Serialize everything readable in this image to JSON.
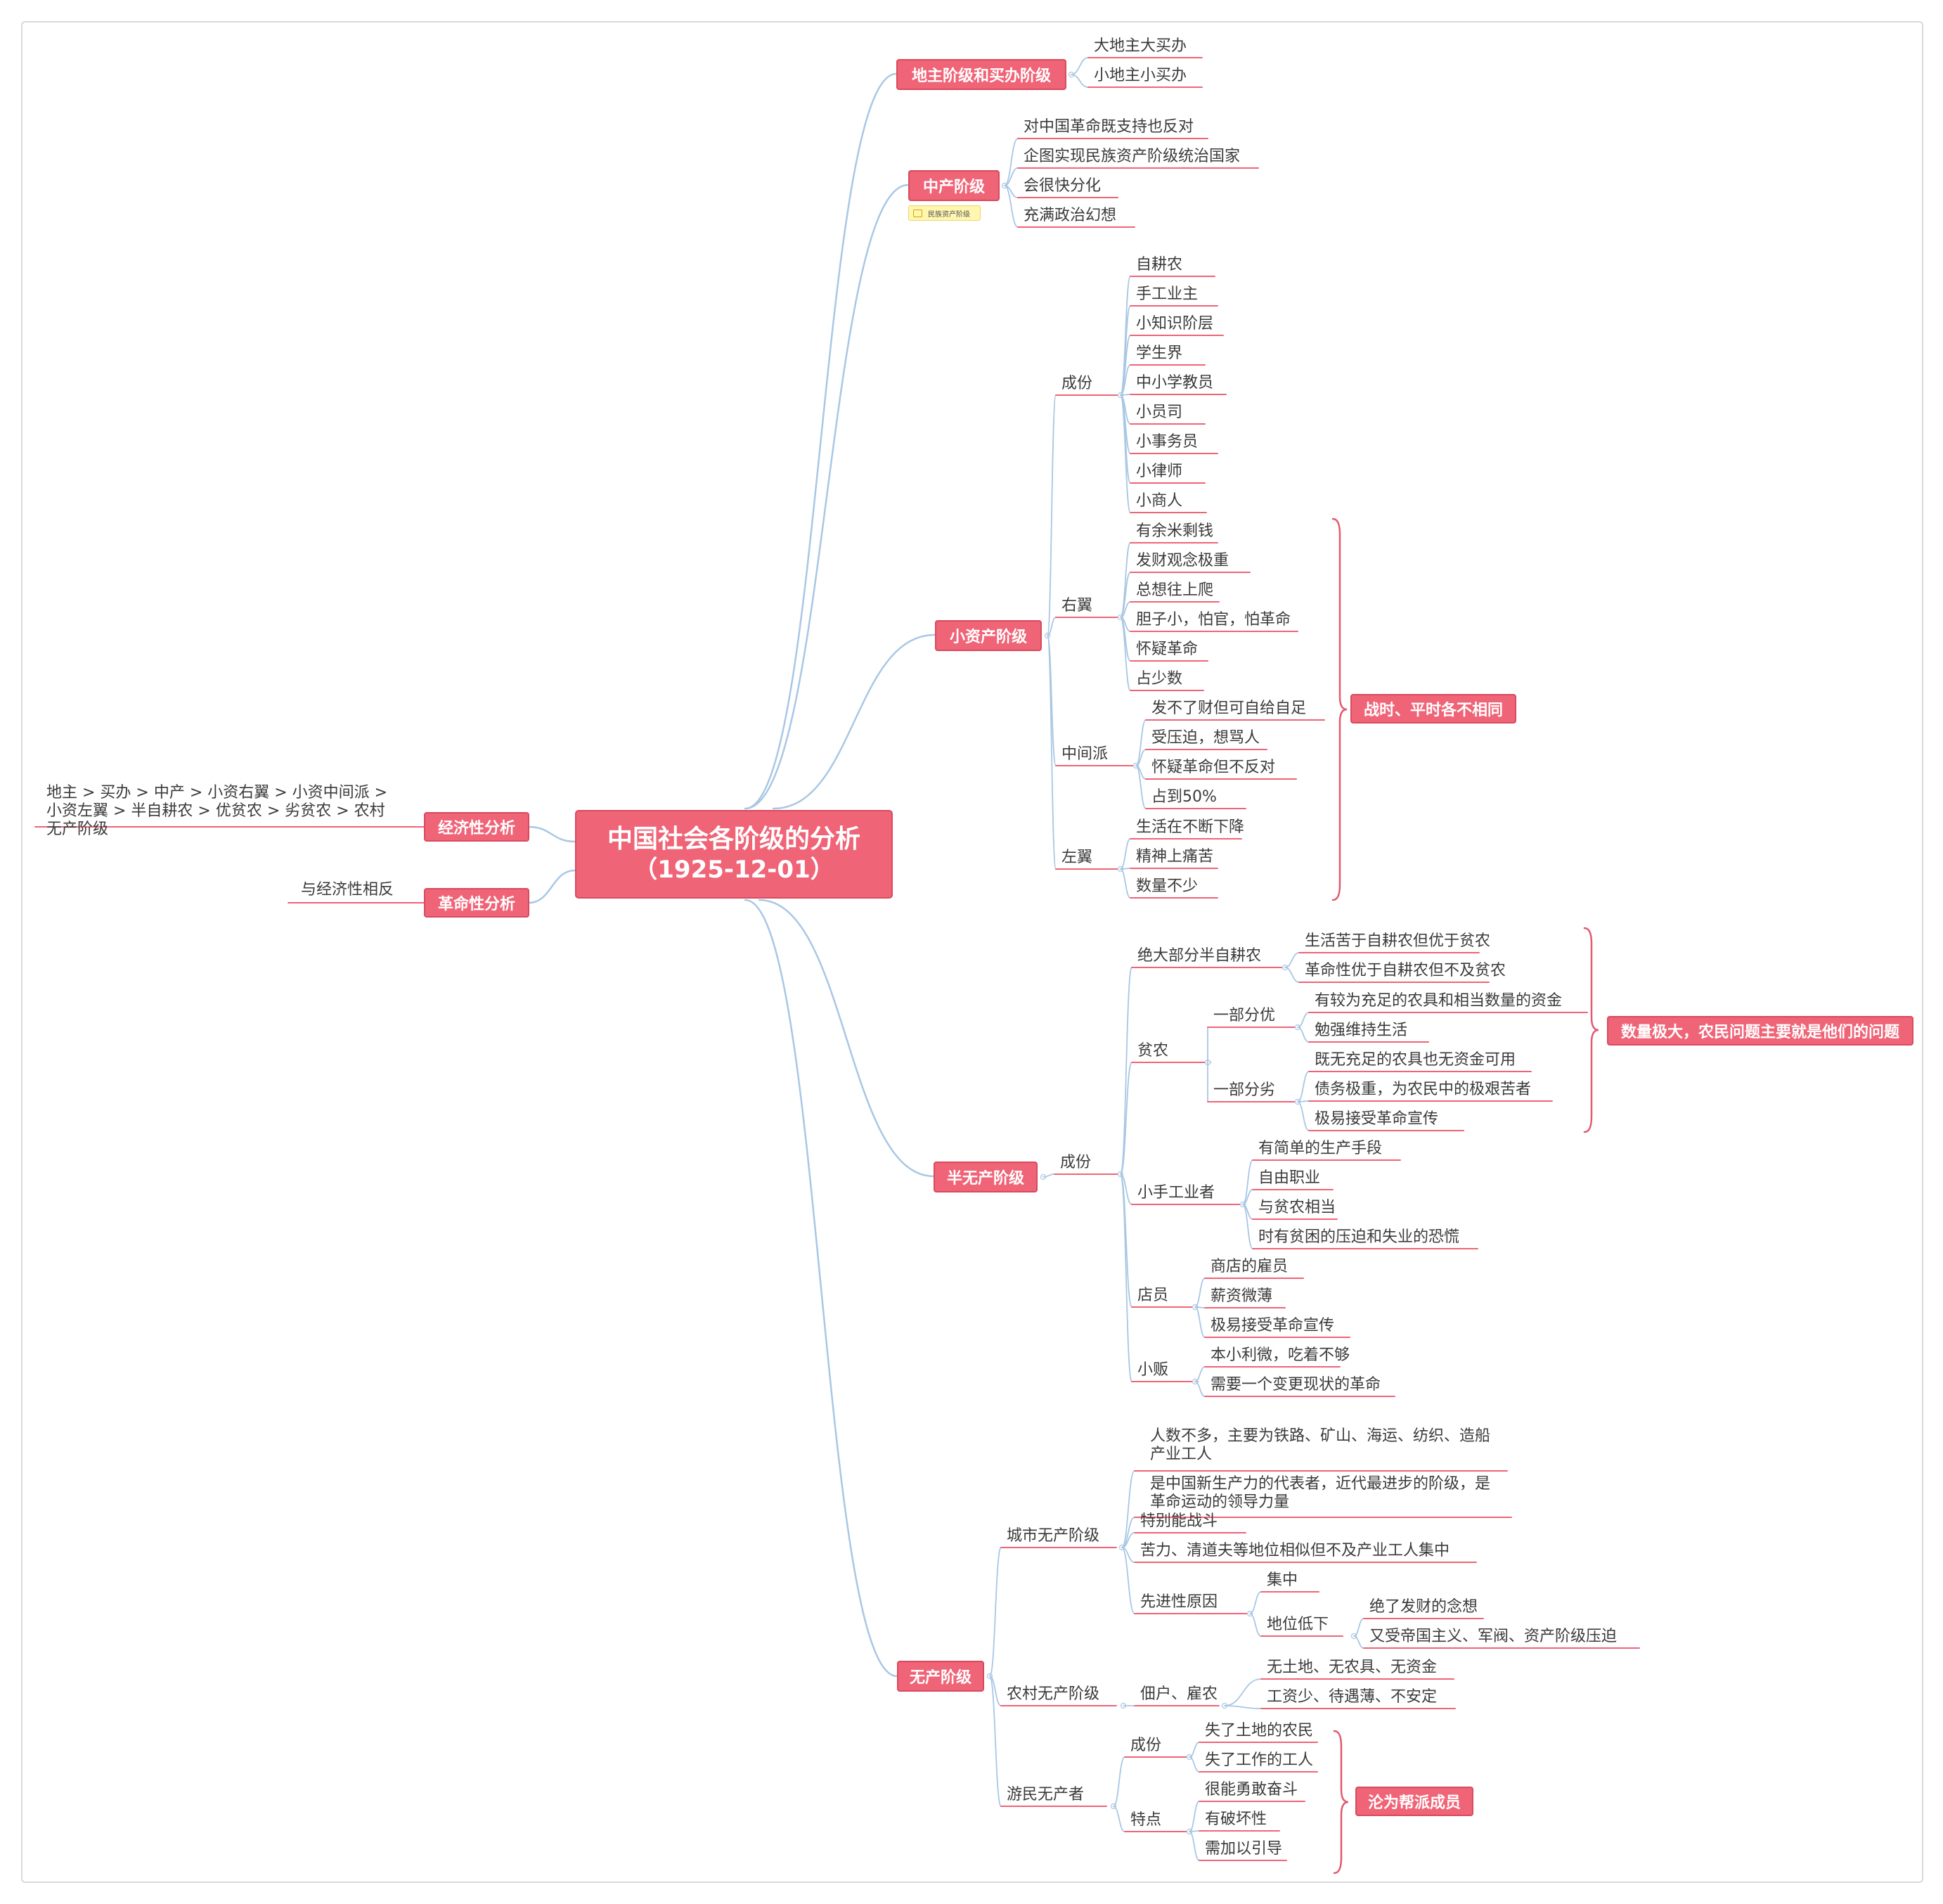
{
  "root": {
    "line1": "中国社会各阶级的分析",
    "line2": "（1925-12-01）"
  },
  "left": {
    "economic": {
      "label": "经济性分析",
      "text": "地主 > 买办 > 中产 > 小资右翼 > 小资中间派 > 小资左翼 > 半自耕农 > 优贫农 > 劣贫农 > 农村无产阶级"
    },
    "revolutionary": {
      "label": "革命性分析",
      "text": "与经济性相反"
    }
  },
  "landlord": {
    "label": "地主阶级和买办阶级",
    "items": [
      "大地主大买办",
      "小地主小买办"
    ]
  },
  "middle": {
    "label": "中产阶级",
    "note": "民族资产阶级",
    "items": [
      "对中国革命既支持也反对",
      "企图实现民族资产阶级统治国家",
      "会很快分化",
      "充满政治幻想"
    ]
  },
  "petty": {
    "label": "小资产阶级",
    "composition": {
      "label": "成份",
      "items": [
        "自耕农",
        "手工业主",
        "小知识阶层",
        "学生界",
        "中小学教员",
        "小员司",
        "小事务员",
        "小律师",
        "小商人"
      ]
    },
    "right": {
      "label": "右翼",
      "items": [
        "有余米剩钱",
        "发财观念极重",
        "总想往上爬",
        "胆子小，怕官，怕革命",
        "怀疑革命",
        "占少数"
      ]
    },
    "center": {
      "label": "中间派",
      "items": [
        "发不了财但可自给自足",
        "受压迫，想骂人",
        "怀疑革命但不反对",
        "占到50%"
      ]
    },
    "left": {
      "label": "左翼",
      "items": [
        "生活在不断下降",
        "精神上痛苦",
        "数量不少"
      ]
    },
    "summary": "战时、平时各不相同"
  },
  "semi": {
    "label": "半无产阶级",
    "composition": "成份",
    "semi_owner": {
      "label": "绝大部分半自耕农",
      "items": [
        "生活苦于自耕农但优于贫农",
        "革命性优于自耕农但不及贫农"
      ]
    },
    "poor": {
      "label": "贫农",
      "better": {
        "label": "一部分优",
        "items": [
          "有较为充足的农具和相当数量的资金",
          "勉强维持生活"
        ]
      },
      "worse": {
        "label": "一部分劣",
        "items": [
          "既无充足的农具也无资金可用",
          "债务极重，为农民中的极艰苦者",
          "极易接受革命宣传"
        ]
      }
    },
    "summary": "数量极大，农民问题主要就是他们的问题",
    "handicraft": {
      "label": "小手工业者",
      "items": [
        "有简单的生产手段",
        "自由职业",
        "与贫农相当",
        "时有贫困的压迫和失业的恐慌"
      ]
    },
    "clerk": {
      "label": "店员",
      "items": [
        "商店的雇员",
        "薪资微薄",
        "极易接受革命宣传"
      ]
    },
    "vendor": {
      "label": "小贩",
      "items": [
        "本小利微，吃着不够",
        "需要一个变更现状的革命"
      ]
    }
  },
  "proletariat": {
    "label": "无产阶级",
    "urban": {
      "label": "城市无产阶级",
      "items": [
        "人数不多，主要为铁路、矿山、海运、纺织、造船产业工人",
        "是中国新生产力的代表者，近代最进步的阶级，是革命运动的领导力量",
        "特别能战斗",
        "苦力、清道夫等地位相似但不及产业工人集中"
      ],
      "reasons": {
        "label": "先进性原因",
        "concentrated": "集中",
        "low": {
          "label": "地位低下",
          "items": [
            "绝了发财的念想",
            "又受帝国主义、军阀、资产阶级压迫"
          ]
        }
      }
    },
    "rural": {
      "label": "农村无产阶级",
      "tenants": "佃户、雇农",
      "items": [
        "无土地、无农具、无资金",
        "工资少、待遇薄、不安定"
      ]
    },
    "vagrant": {
      "label": "游民无产者",
      "composition": {
        "label": "成份",
        "items": [
          "失了土地的农民",
          "失了工作的工人"
        ]
      },
      "traits": {
        "label": "特点",
        "items": [
          "很能勇敢奋斗",
          "有破坏性",
          "需加以引导"
        ]
      },
      "summary": "沦为帮派成员"
    }
  },
  "colors": {
    "node": "#ef6477",
    "border": "#d94a5e",
    "line": "#a9c7e4",
    "underline": "#ef6477",
    "brace": "#e25a6e"
  }
}
